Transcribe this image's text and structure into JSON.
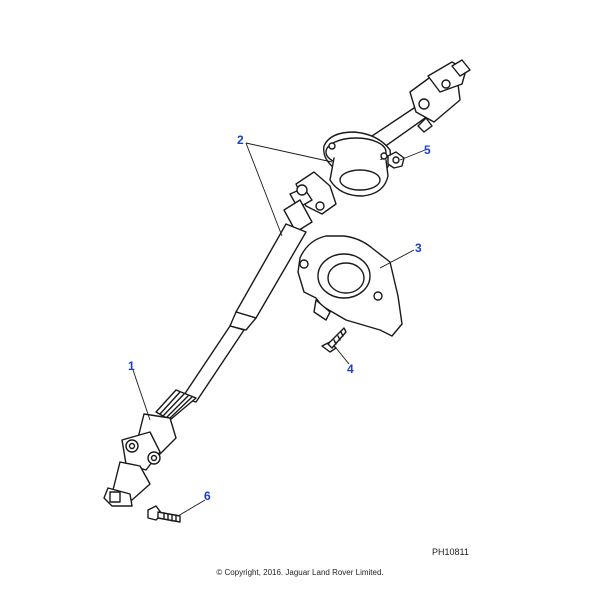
{
  "diagram": {
    "accent_color": "#1a3fd0",
    "callouts": [
      "1",
      "2",
      "3",
      "4",
      "5",
      "6"
    ],
    "reference_code": "PH10811",
    "copyright": "© Copyright, 2016. Jaguar Land Rover Limited."
  }
}
